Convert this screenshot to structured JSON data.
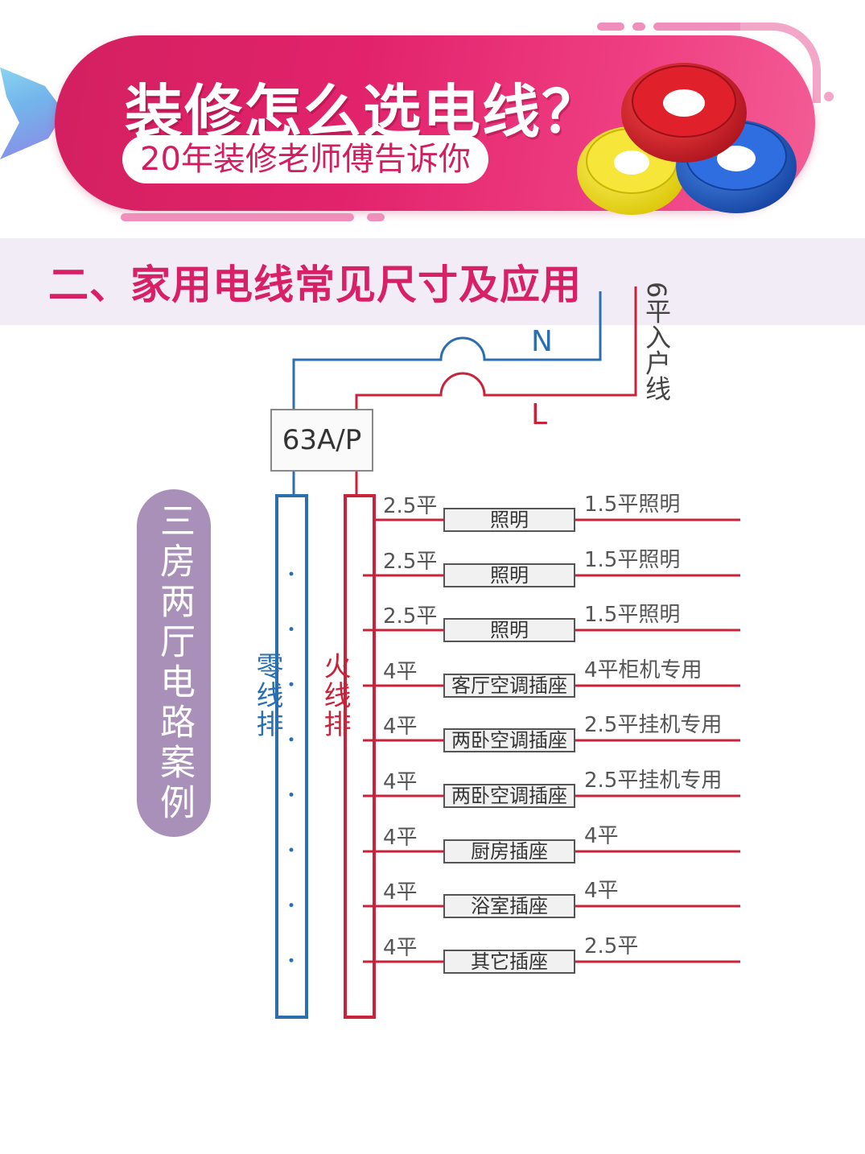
{
  "banner": {
    "title": "装修怎么选电线？",
    "subtitle": "20年装修老师傅告诉你",
    "wire_colors": [
      "#e0202a",
      "#f2e21a",
      "#1f63d6"
    ]
  },
  "section": {
    "title": "二、家用电线常见尺寸及应用"
  },
  "diagram": {
    "side_title": "三房两厅电路案例",
    "neutral_label": "N",
    "live_label": "L",
    "entry_label": "6平入户线",
    "breaker_label": "63A/P",
    "neutral_bar_label": "零线排",
    "live_bar_label": "火线排",
    "colors": {
      "neutral": "#2b6fb0",
      "live": "#c8233a",
      "accent": "#d72065"
    },
    "circuits": [
      {
        "input": "2.5平",
        "name": "照明",
        "output": "1.5平照明"
      },
      {
        "input": "2.5平",
        "name": "照明",
        "output": "1.5平照明"
      },
      {
        "input": "2.5平",
        "name": "照明",
        "output": "1.5平照明"
      },
      {
        "input": "4平",
        "name": "客厅空调插座",
        "output": "4平柜机专用"
      },
      {
        "input": "4平",
        "name": "两卧空调插座",
        "output": "2.5平挂机专用"
      },
      {
        "input": "4平",
        "name": "两卧空调插座",
        "output": "2.5平挂机专用"
      },
      {
        "input": "4平",
        "name": "厨房插座",
        "output": "4平"
      },
      {
        "input": "4平",
        "name": "浴室插座",
        "output": "4平"
      },
      {
        "input": "4平",
        "name": "其它插座",
        "output": "2.5平"
      }
    ]
  }
}
